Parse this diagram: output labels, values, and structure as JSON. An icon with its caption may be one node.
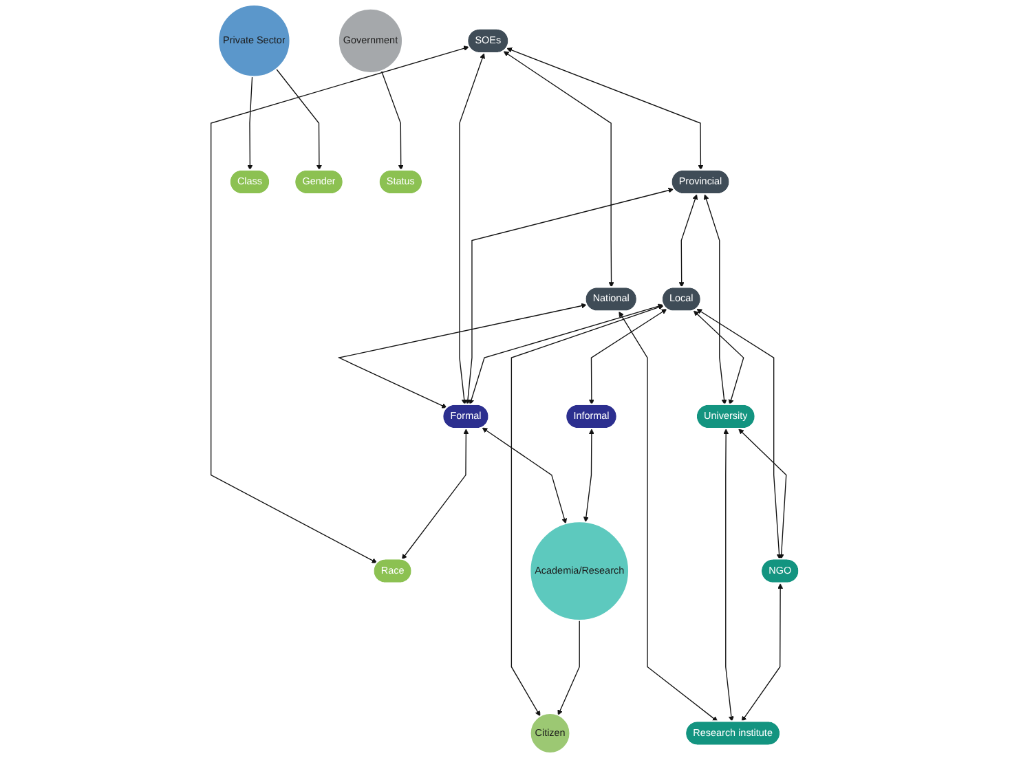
{
  "diagram": {
    "nodes": [
      {
        "text": [
          "SOEs"
        ]
      },
      {
        "text": [
          "Provincial"
        ]
      },
      {
        "text": [
          "National"
        ]
      },
      {
        "text": [
          "Government"
        ]
      },
      {
        "text": [
          "Local"
        ]
      },
      {
        "text": [
          "Formal"
        ]
      },
      {
        "text": [
          "Private Sector"
        ]
      },
      {
        "text": [
          "Race"
        ]
      },
      {
        "text": [
          "Class"
        ]
      },
      {
        "text": [
          "Citizen"
        ]
      },
      {
        "text": [
          "Informal"
        ]
      },
      {
        "text": [
          "Gender"
        ]
      },
      {
        "text": [
          "Status"
        ]
      },
      {
        "text": [
          "Academia/Research"
        ]
      },
      {
        "text": [
          "University"
        ]
      },
      {
        "text": [
          "NGO"
        ]
      },
      {
        "text": [
          "Research institute"
        ]
      }
    ],
    "edges": [
      {
        "from": 0,
        "to": 1,
        "arrow": "both"
      },
      {
        "from": 0,
        "to": 2,
        "arrow": "both"
      },
      {
        "from": 1,
        "to": 4,
        "arrow": "both"
      },
      {
        "from": 2,
        "to": 5,
        "arrow": "both"
      },
      {
        "from": 0,
        "to": 5,
        "arrow": "both"
      },
      {
        "from": 0,
        "to": 7,
        "arrow": "both"
      },
      {
        "from": 1,
        "to": 5,
        "arrow": "both"
      },
      {
        "from": 1,
        "to": 14,
        "arrow": "both"
      },
      {
        "from": 2,
        "to": 16,
        "arrow": "both"
      },
      {
        "from": 4,
        "to": 5,
        "arrow": "both"
      },
      {
        "from": 4,
        "to": 10,
        "arrow": "both"
      },
      {
        "from": 4,
        "to": 14,
        "arrow": "both"
      },
      {
        "from": 4,
        "to": 9,
        "arrow": "both"
      },
      {
        "from": 4,
        "to": 15,
        "arrow": "both"
      },
      {
        "from": 5,
        "to": 7,
        "arrow": "both"
      },
      {
        "from": 6,
        "to": 8,
        "arrow": "to"
      },
      {
        "from": 6,
        "to": 11,
        "arrow": "to"
      },
      {
        "from": 3,
        "to": 12,
        "arrow": "to"
      },
      {
        "from": 5,
        "to": 13,
        "arrow": "both"
      },
      {
        "from": 10,
        "to": 13,
        "arrow": "both"
      },
      {
        "from": 13,
        "to": 9,
        "arrow": "to"
      },
      {
        "from": 14,
        "to": 15,
        "arrow": "both"
      },
      {
        "from": 14,
        "to": 16,
        "arrow": "both"
      },
      {
        "from": 15,
        "to": 16,
        "arrow": "both"
      }
    ]
  }
}
